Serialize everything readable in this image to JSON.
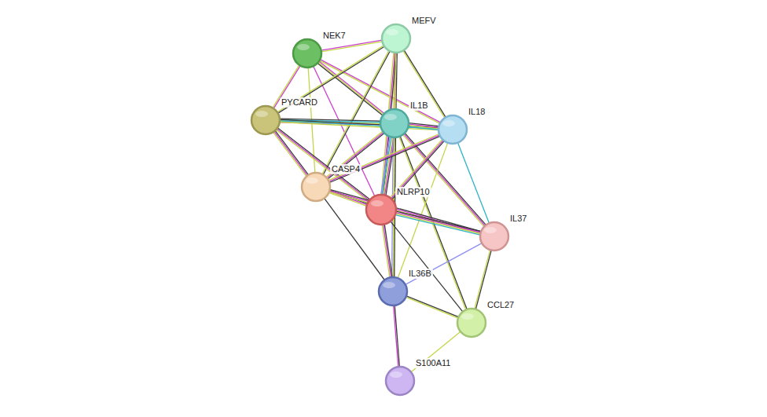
{
  "diagram": {
    "nodes": [
      {
        "text": [
          "MEFV"
        ]
      },
      {
        "text": [
          "NEK7"
        ]
      },
      {
        "text": [
          "PYCARD"
        ]
      },
      {
        "text": [
          "IL1B"
        ]
      },
      {
        "text": [
          "IL18"
        ]
      },
      {
        "text": [
          "CASP4"
        ]
      },
      {
        "text": [
          "NLRP10"
        ]
      },
      {
        "text": [
          "IL37"
        ]
      },
      {
        "text": [
          "IL36B"
        ]
      },
      {
        "text": [
          "CCL27"
        ]
      },
      {
        "text": [
          "S100A11"
        ]
      }
    ],
    "edges": [
      {
        "from": 1,
        "to": 0,
        "arrow": "none"
      },
      {
        "from": 1,
        "to": 2,
        "arrow": "none"
      },
      {
        "from": 1,
        "to": 3,
        "arrow": "none"
      },
      {
        "from": 1,
        "to": 4,
        "arrow": "none"
      },
      {
        "from": 1,
        "to": 5,
        "arrow": "none"
      },
      {
        "from": 1,
        "to": 6,
        "arrow": "none"
      },
      {
        "from": 0,
        "to": 2,
        "arrow": "none"
      },
      {
        "from": 0,
        "to": 3,
        "arrow": "none"
      },
      {
        "from": 0,
        "to": 4,
        "arrow": "none"
      },
      {
        "from": 0,
        "to": 5,
        "arrow": "none"
      },
      {
        "from": 0,
        "to": 6,
        "arrow": "none"
      },
      {
        "from": 0,
        "to": 8,
        "arrow": "none"
      },
      {
        "from": 2,
        "to": 3,
        "arrow": "none"
      },
      {
        "from": 2,
        "to": 4,
        "arrow": "none"
      },
      {
        "from": 2,
        "to": 5,
        "arrow": "none"
      },
      {
        "from": 2,
        "to": 6,
        "arrow": "none"
      },
      {
        "from": 3,
        "to": 4,
        "arrow": "none"
      },
      {
        "from": 3,
        "to": 5,
        "arrow": "none"
      },
      {
        "from": 3,
        "to": 6,
        "arrow": "none"
      },
      {
        "from": 3,
        "to": 7,
        "arrow": "none"
      },
      {
        "from": 3,
        "to": 8,
        "arrow": "none"
      },
      {
        "from": 3,
        "to": 9,
        "arrow": "none"
      },
      {
        "from": 4,
        "to": 5,
        "arrow": "none"
      },
      {
        "from": 4,
        "to": 6,
        "arrow": "none"
      },
      {
        "from": 4,
        "to": 7,
        "arrow": "none"
      },
      {
        "from": 4,
        "to": 8,
        "arrow": "none"
      },
      {
        "from": 5,
        "to": 6,
        "arrow": "none"
      },
      {
        "from": 5,
        "to": 7,
        "arrow": "none"
      },
      {
        "from": 5,
        "to": 8,
        "arrow": "none"
      },
      {
        "from": 6,
        "to": 7,
        "arrow": "none"
      },
      {
        "from": 6,
        "to": 8,
        "arrow": "none"
      },
      {
        "from": 6,
        "to": 9,
        "arrow": "none"
      },
      {
        "from": 7,
        "to": 8,
        "arrow": "none"
      },
      {
        "from": 7,
        "to": 9,
        "arrow": "none"
      },
      {
        "from": 8,
        "to": 9,
        "arrow": "none"
      },
      {
        "from": 8,
        "to": 10,
        "arrow": "none"
      },
      {
        "from": 9,
        "to": 10,
        "arrow": "none"
      }
    ]
  }
}
